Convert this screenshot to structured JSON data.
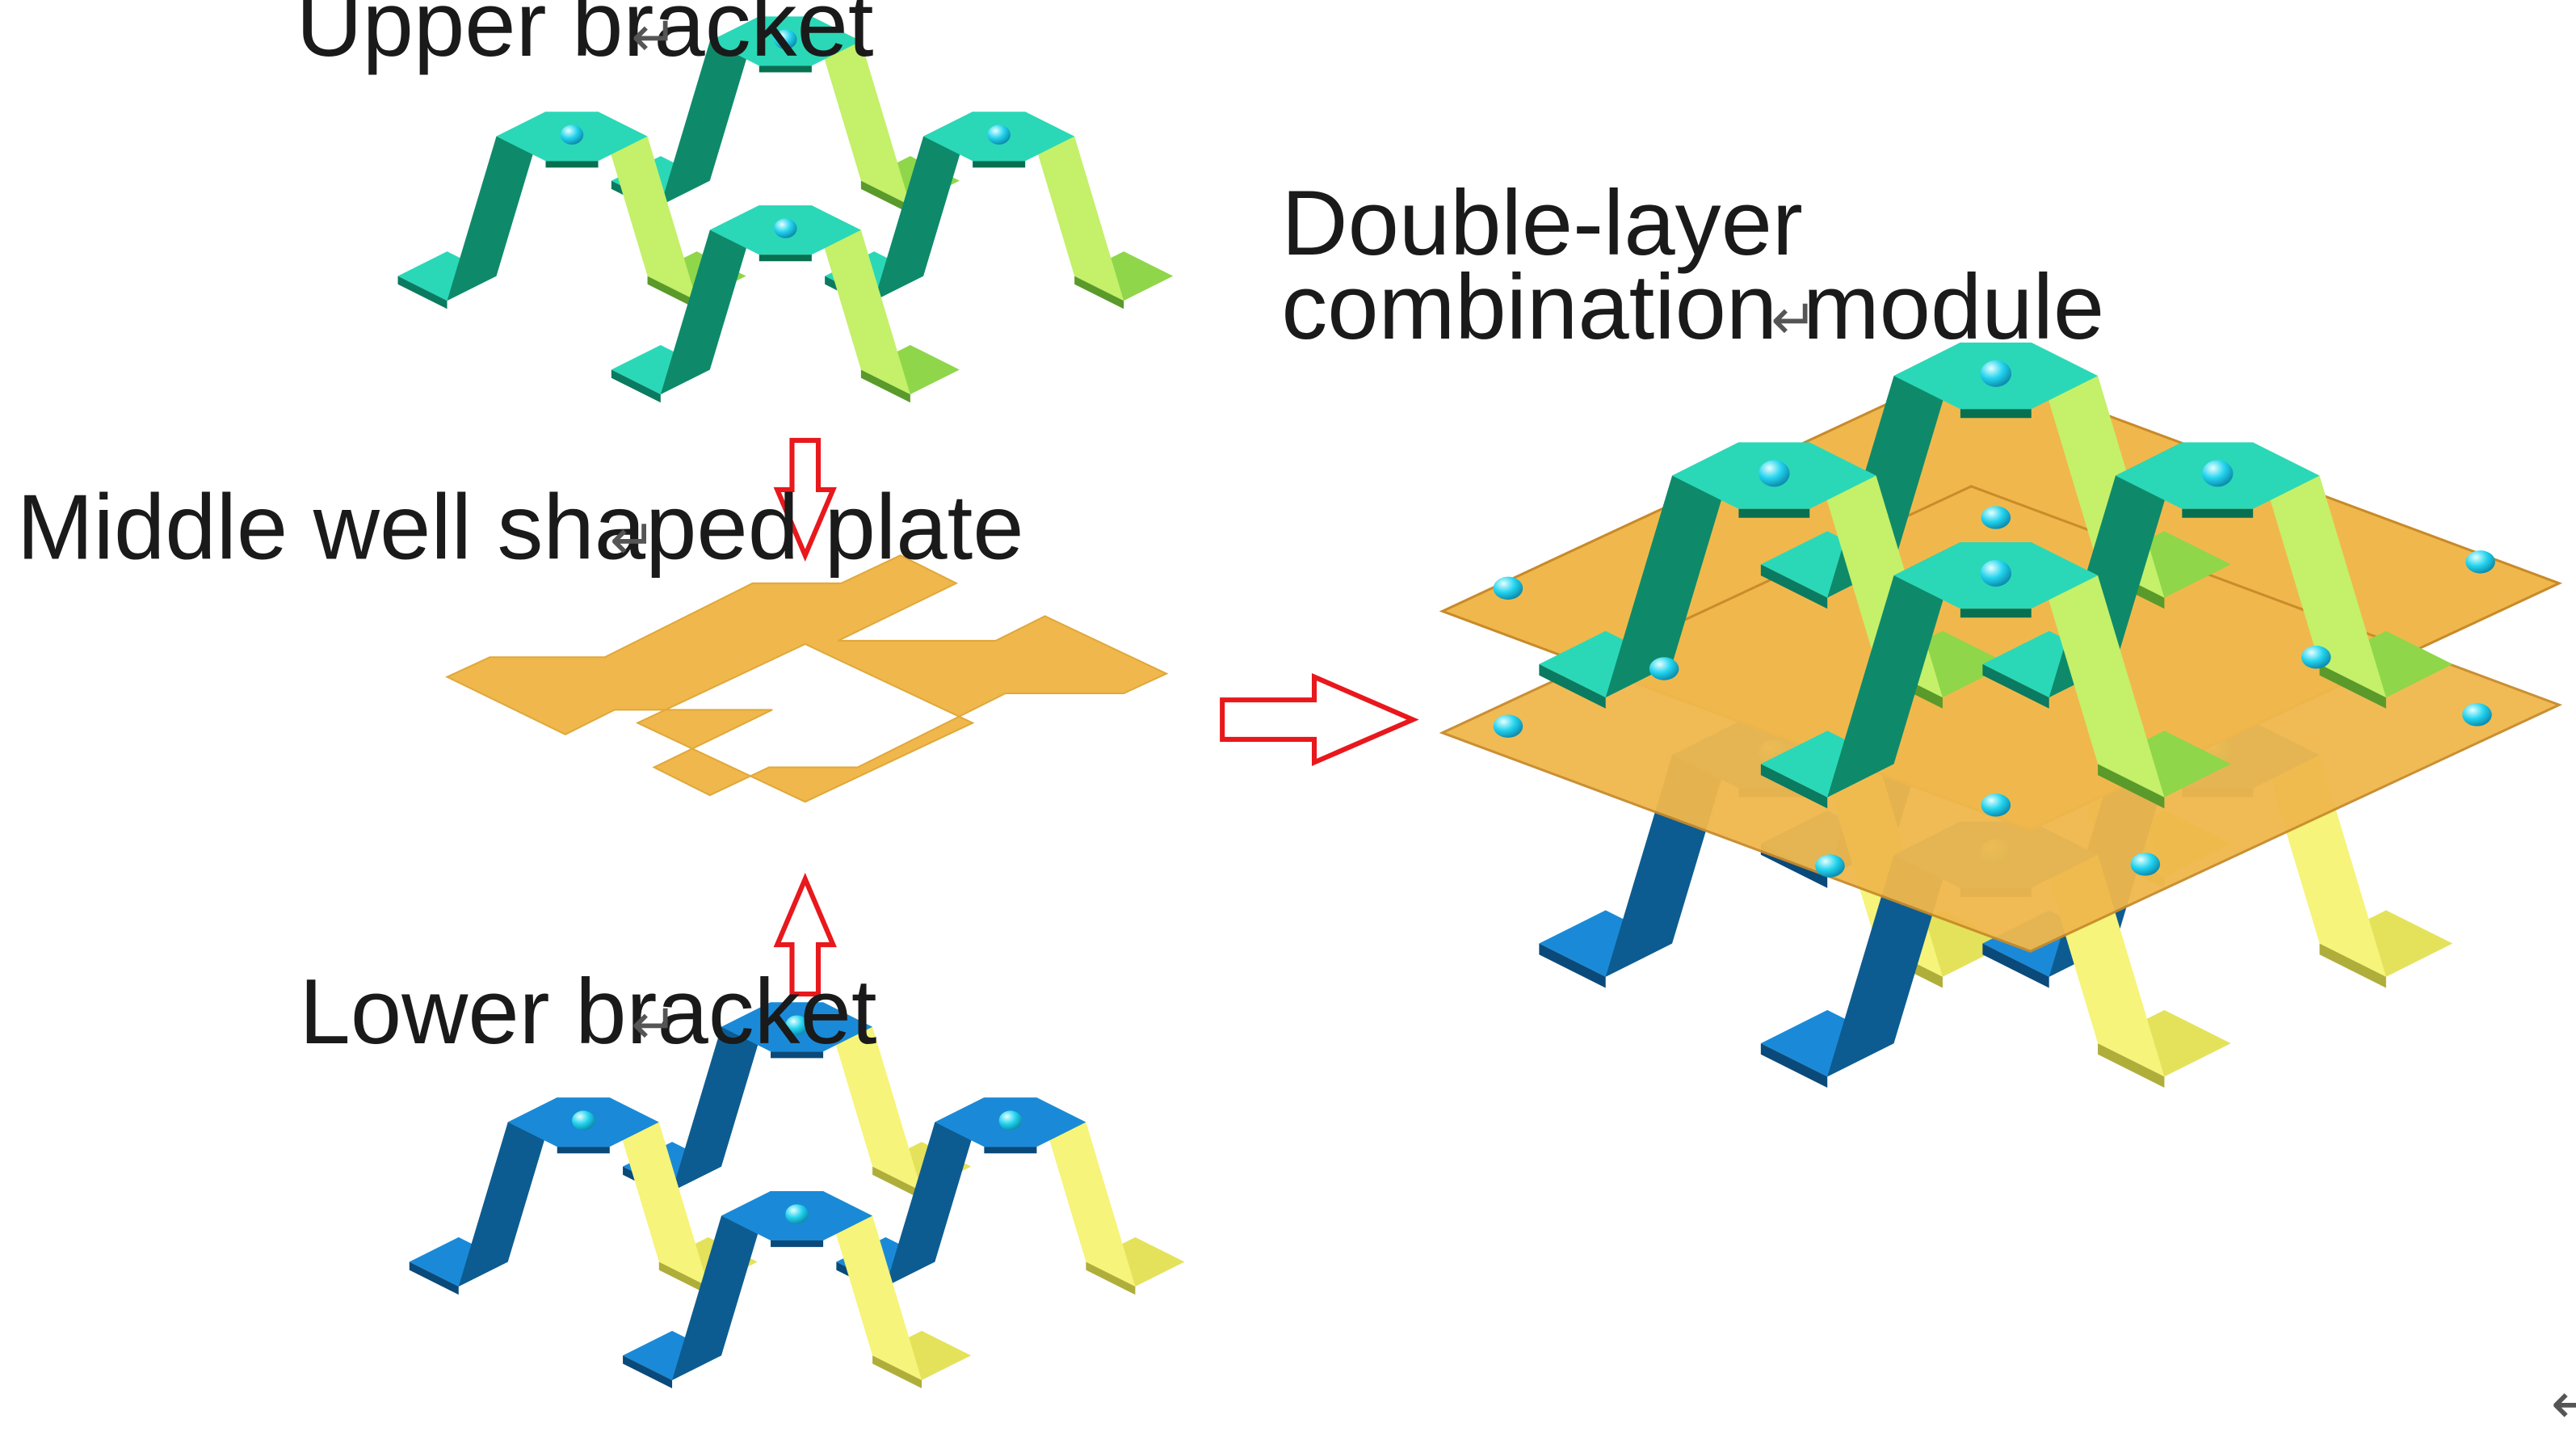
{
  "labels": {
    "upper": "Upper bracket",
    "middle": "Middle well shaped plate",
    "lower": "Lower bracket",
    "combo_line1": "Double-layer",
    "combo_line2": "combination module"
  },
  "return_mark": "↵",
  "colors": {
    "upper_dark": "#0e8a6a",
    "upper_light": "#c4f06a",
    "upper_foot": "#2ad8b8",
    "upper_foot_alt": "#8fd64a",
    "lower_dark": "#0d5c91",
    "lower_light": "#f6f47a",
    "lower_foot": "#1a8ad8",
    "lower_foot_alt": "#e4e25a",
    "plate": "#f0b84c",
    "bolt": "#22d3ee",
    "arrow": "#e8181c"
  },
  "icons": {
    "bracket": "w-bracket-icon",
    "plate": "well-plate-icon",
    "arrow": "hollow-arrow-icon",
    "bolt": "bolt-icon"
  }
}
